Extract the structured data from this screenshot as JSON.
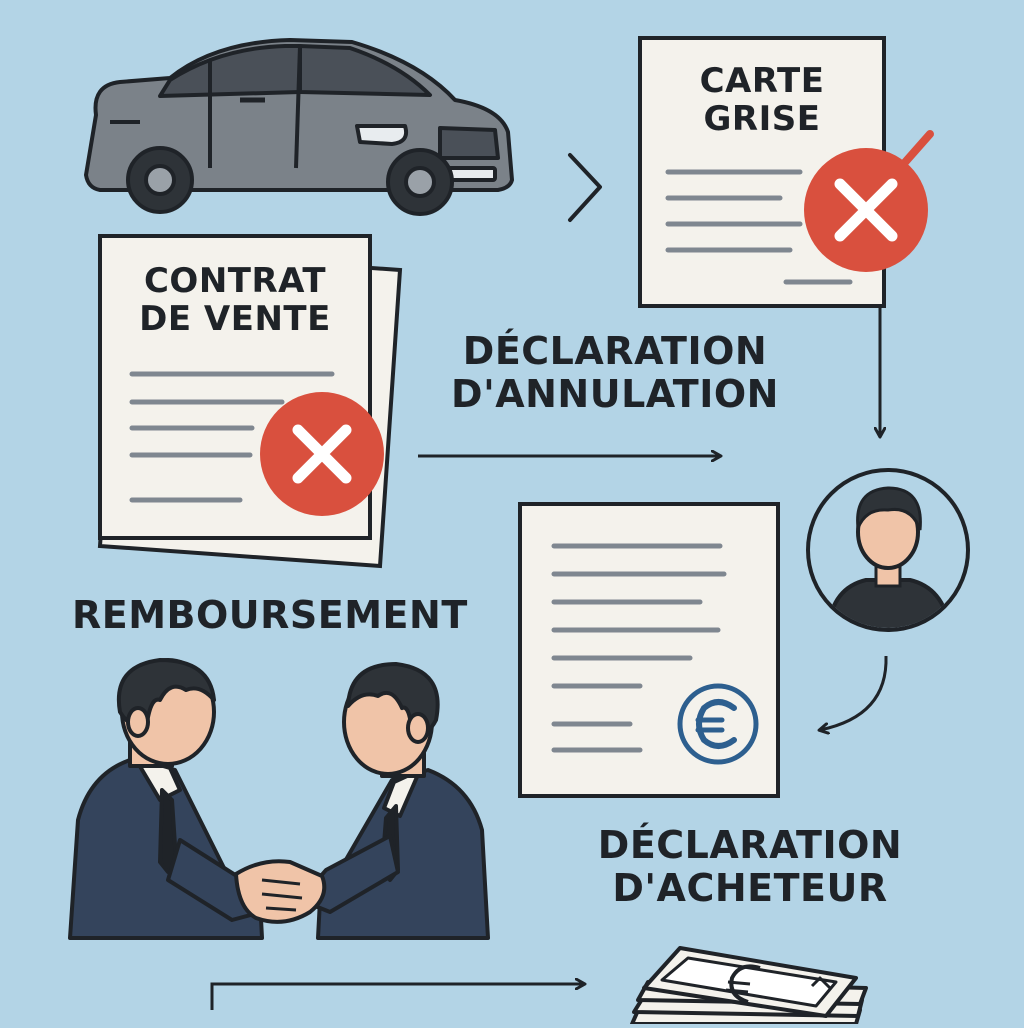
{
  "labels": {
    "carte_grise": [
      "CARTE",
      "GRISE"
    ],
    "contrat_vente": [
      "CONTRAT",
      "DE VENTE"
    ],
    "declaration_annulation": [
      "DÉCLARATION",
      "D'ANNULATION"
    ],
    "remboursement": "REMBOURSEMENT",
    "declaration_acheteur": [
      "DÉCLARATION",
      "D'ACHETEUR"
    ]
  },
  "icons": {
    "car": "car-icon",
    "reject": "red-x-circle-icon",
    "person": "person-avatar-icon",
    "stamp": "euro-stamp-icon",
    "handshake": "handshake-icon",
    "money": "euro-banknotes-icon"
  },
  "colors": {
    "background": "#b3d4e6",
    "reject_red": "#d9503e",
    "stamp_blue": "#2d5f8f",
    "ink": "#1f2328",
    "paper": "#f4f2ec",
    "car_body": "#7b8289",
    "suit": "#34445c"
  }
}
